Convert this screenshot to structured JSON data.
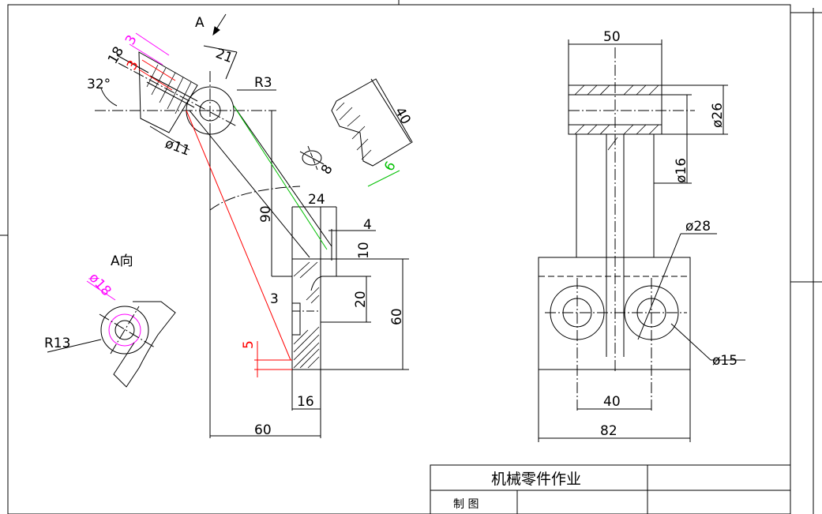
{
  "view_labels": {
    "section_mark": "A",
    "view_a": "A向"
  },
  "dims_left": {
    "d21": "21",
    "d18": "18",
    "d3m": "3",
    "d3r": "3",
    "ang": "32°",
    "r3": "R3",
    "phi11": "ø11",
    "d40": "40",
    "d8": "8",
    "d6": "6",
    "d24": "24",
    "d4": "4",
    "d90": "90",
    "d10": "10",
    "d20": "20",
    "d3b": "3",
    "d60v": "60",
    "d5": "5",
    "d16": "16",
    "d60h": "60"
  },
  "dims_view_a": {
    "phi18": "ø18",
    "r13": "R13"
  },
  "dims_right": {
    "d50": "50",
    "phi26": "ø26",
    "phi16": "ø16",
    "phi28": "ø28",
    "phi15": "ø15",
    "d40": "40",
    "d82": "82"
  },
  "title_block": {
    "title": "机械零件作业",
    "drawn": "制 图"
  },
  "colors": {
    "line": "#000000",
    "magenta": "#ff00ff",
    "red": "#ff0000",
    "green": "#00c000"
  }
}
